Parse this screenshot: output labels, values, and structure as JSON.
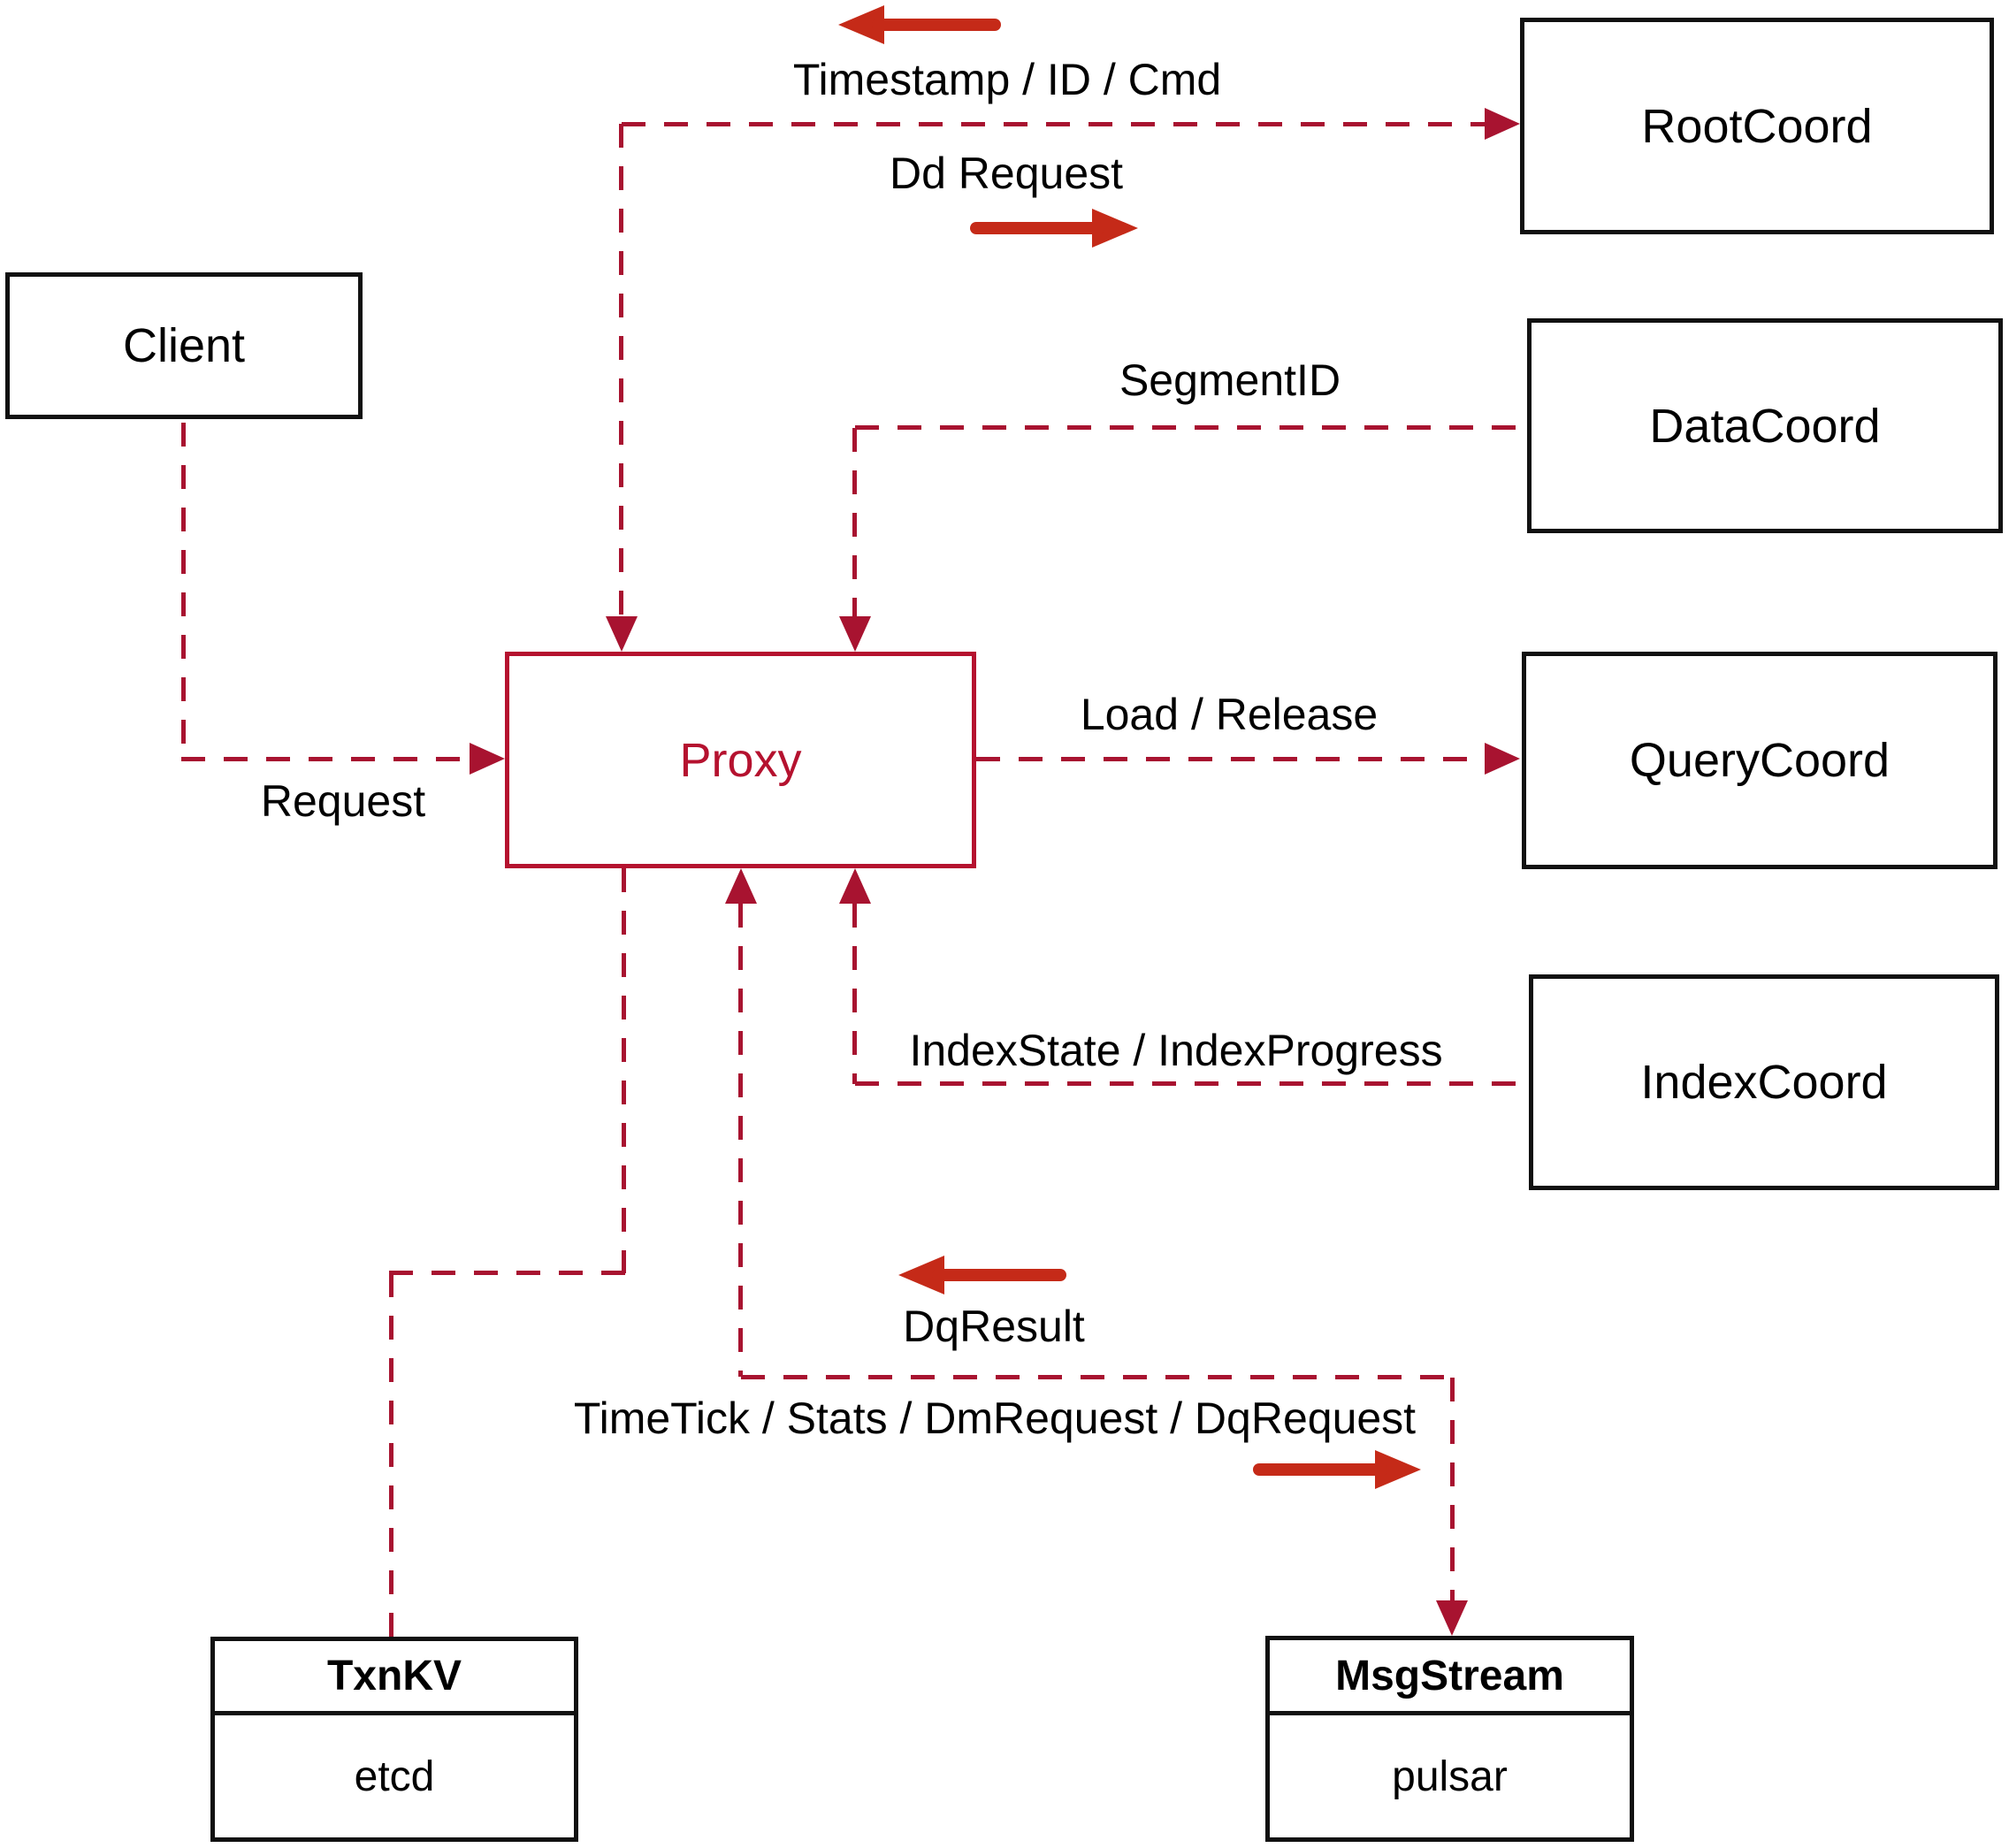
{
  "diagram": {
    "nodes": {
      "client": {
        "label": "Client"
      },
      "proxy": {
        "label": "Proxy"
      },
      "rootcoord": {
        "label": "RootCoord"
      },
      "datacoord": {
        "label": "DataCoord"
      },
      "querycoord": {
        "label": "QueryCoord"
      },
      "indexcoord": {
        "label": "IndexCoord"
      },
      "txnkv": {
        "title": "TxnKV",
        "subtitle": "etcd"
      },
      "msgstream": {
        "title": "MsgStream",
        "subtitle": "pulsar"
      }
    },
    "edge_labels": {
      "timestamp_id_cmd": "Timestamp / ID / Cmd",
      "dd_request": "Dd Request",
      "segment_id": "SegmentID",
      "request": "Request",
      "load_release": "Load / Release",
      "index_state_progress": "IndexState / IndexProgress",
      "dq_result": "DqResult",
      "timetick_stats": "TimeTick / Stats / DmRequest / DqRequest"
    },
    "colors": {
      "connector": "#a81330",
      "direction_arrow": "#c52a18",
      "node_border": "#111111",
      "node_text": "#000000",
      "proxy_accent": "#b5122f",
      "background": "#ffffff"
    }
  }
}
